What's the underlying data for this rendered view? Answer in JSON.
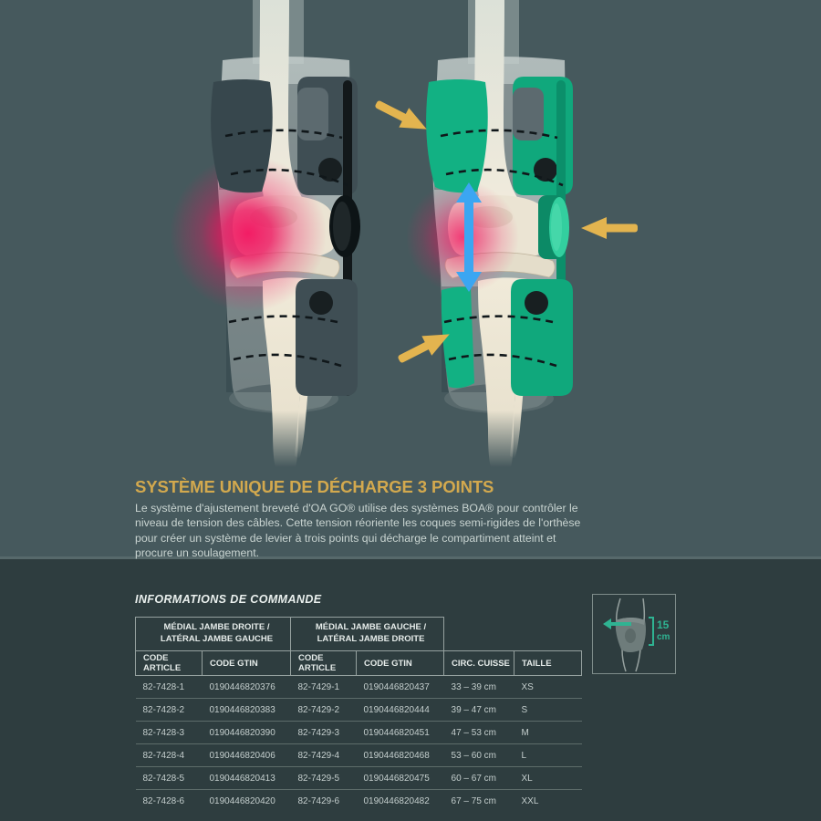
{
  "colors": {
    "bg_top": "#46595d",
    "bg_bottom": "#2e3d3f",
    "heading_gold": "#d3a94e",
    "arrow_yellow": "#e3b44f",
    "brace_green": "#12b183",
    "motion_blue": "#3ba6f2",
    "pain_red": "#ee135f",
    "icon_teal": "#2fb392"
  },
  "hero": {
    "heading": "SYSTÈME UNIQUE DE DÉCHARGE 3 POINTS",
    "body": "Le système d'ajustement breveté d'OA GO® utilise des systèmes BOA® pour contrôler le niveau de tension des câbles. Cette tension réoriente les coques semi-rigides de l'orthèse pour créer un système de levier à trois points qui décharge le compartiment atteint et procure un soulagement.",
    "illustration": {
      "left_leg": "knee-brace-grey-with-pain-zone",
      "right_leg": "knee-brace-green-three-point-unloading",
      "icons": [
        "pain-glow-icon",
        "motion-arrow-icon",
        "pressure-arrow-icon",
        "boa-dial-icon"
      ]
    }
  },
  "order": {
    "title": "INFORMATIONS DE COMMANDE",
    "table": {
      "group_headers": [
        "MÉDIAL JAMBE DROITE /\nLATÉRAL JAMBE GAUCHE",
        "MÉDIAL JAMBE GAUCHE /\nLATÉRAL JAMBE DROITE"
      ],
      "columns": [
        "CODE ARTICLE",
        "CODE GTIN",
        "CODE ARTICLE",
        "CODE GTIN",
        "CIRC. CUISSE",
        "TAILLE"
      ],
      "rows": [
        [
          "82-7428-1",
          "0190446820376",
          "82-7429-1",
          "0190446820437",
          "33 – 39 cm",
          "XS"
        ],
        [
          "82-7428-2",
          "0190446820383",
          "82-7429-2",
          "0190446820444",
          "39 – 47 cm",
          "S"
        ],
        [
          "82-7428-3",
          "0190446820390",
          "82-7429-3",
          "0190446820451",
          "47 – 53 cm",
          "M"
        ],
        [
          "82-7428-4",
          "0190446820406",
          "82-7429-4",
          "0190446820468",
          "53 – 60 cm",
          "L"
        ],
        [
          "82-7428-5",
          "0190446820413",
          "82-7429-5",
          "0190446820475",
          "60 – 67 cm",
          "XL"
        ],
        [
          "82-7428-6",
          "0190446820420",
          "82-7429-6",
          "0190446820482",
          "67 – 75 cm",
          "XXL"
        ]
      ]
    },
    "size_icon": {
      "value": "15",
      "unit": "cm"
    }
  }
}
